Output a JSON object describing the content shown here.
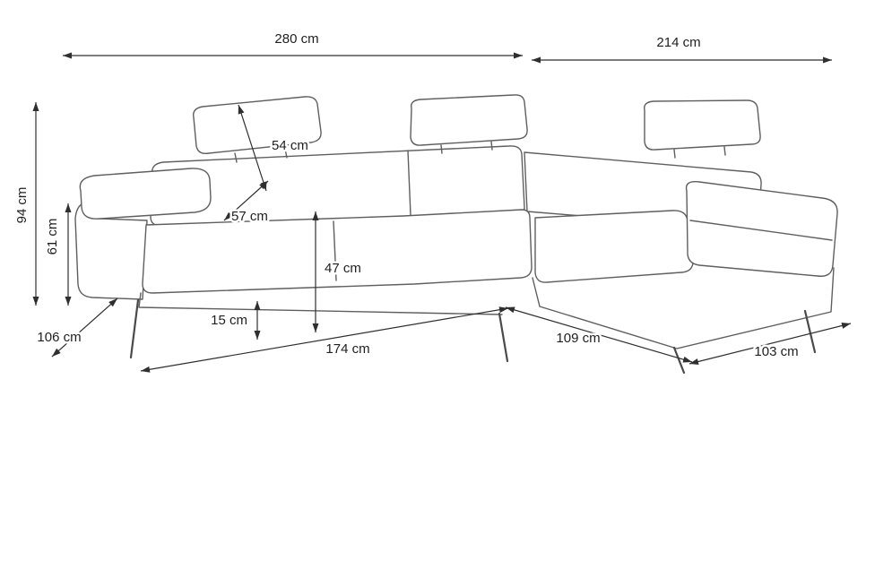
{
  "unit": "cm",
  "colors": {
    "background": "#ffffff",
    "sofa_outline": "#5f5f5f",
    "dimension_line": "#2f2f2f",
    "label_text": "#1f1f1f"
  },
  "dimensions": {
    "overall_width_left": {
      "label": "280 cm",
      "value": 280
    },
    "overall_width_right": {
      "label": "214 cm",
      "value": 214
    },
    "total_height": {
      "label": "94 cm",
      "value": 94
    },
    "armrest_height": {
      "label": "61 cm",
      "value": 61
    },
    "backrest_height": {
      "label": "54 cm",
      "value": 54
    },
    "seat_depth": {
      "label": "57 cm",
      "value": 57
    },
    "seat_height": {
      "label": "47 cm",
      "value": 47
    },
    "base_height": {
      "label": "15 cm",
      "value": 15
    },
    "side_depth": {
      "label": "106 cm",
      "value": 106
    },
    "seat_width": {
      "label": "174 cm",
      "value": 174
    },
    "chaise_depth": {
      "label": "109 cm",
      "value": 109
    },
    "chaise_width": {
      "label": "103 cm",
      "value": 103
    }
  }
}
